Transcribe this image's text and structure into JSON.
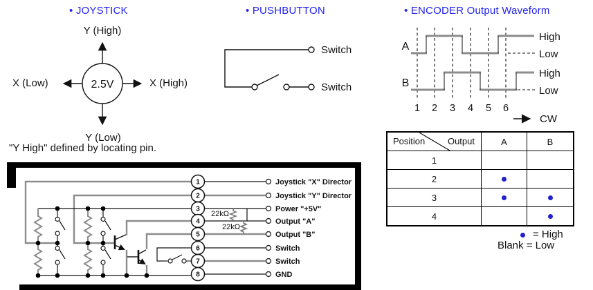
{
  "colors": {
    "accent_blue": "#2222ee",
    "dot_blue": "#2222cc",
    "wire_gray": "#8c8c8c"
  },
  "joystick": {
    "title": "• JOYSTICK",
    "y_high": "Y (High)",
    "y_low": "Y (Low)",
    "x_low": "X (Low)",
    "x_high": "X (High)",
    "center_voltage": "2.5V",
    "caption": "\"Y High\" defined by locating pin."
  },
  "pushbutton": {
    "title": "• PUSHBUTTON",
    "switch_label_1": "Switch",
    "switch_label_2": "Switch"
  },
  "encoder": {
    "title": "• ENCODER Output Waveform",
    "channel_a": "A",
    "channel_b": "B",
    "high": "High",
    "low": "Low",
    "positions": [
      "1",
      "2",
      "3",
      "4",
      "5",
      "6"
    ],
    "direction": "CW",
    "waveform_states": {
      "A": [
        "Low",
        "High",
        "High",
        "Low",
        "Low",
        "High"
      ],
      "B": [
        "Low",
        "Low",
        "High",
        "High",
        "Low",
        "Low"
      ]
    }
  },
  "truth_table": {
    "row_header": "Position",
    "col_header": "Output",
    "columns": [
      "A",
      "B"
    ],
    "rows": [
      {
        "position": "1",
        "A": false,
        "B": false
      },
      {
        "position": "2",
        "A": true,
        "B": false
      },
      {
        "position": "3",
        "A": true,
        "B": true
      },
      {
        "position": "4",
        "A": false,
        "B": true
      }
    ],
    "legend_high": "= High",
    "legend_low": "Blank = Low"
  },
  "schematic": {
    "pins": [
      {
        "number": "1",
        "label": "Joystick \"X\" Director"
      },
      {
        "number": "2",
        "label": "Joystick \"Y\" Director"
      },
      {
        "number": "3",
        "label": "Power \"+5V\""
      },
      {
        "number": "4",
        "label": "Output \"A\""
      },
      {
        "number": "5",
        "label": "Output \"B\""
      },
      {
        "number": "6",
        "label": "Switch"
      },
      {
        "number": "7",
        "label": "Switch"
      },
      {
        "number": "8",
        "label": "GND"
      }
    ],
    "resistor_label_1": "22kΩ",
    "resistor_label_2": "22kΩ"
  }
}
